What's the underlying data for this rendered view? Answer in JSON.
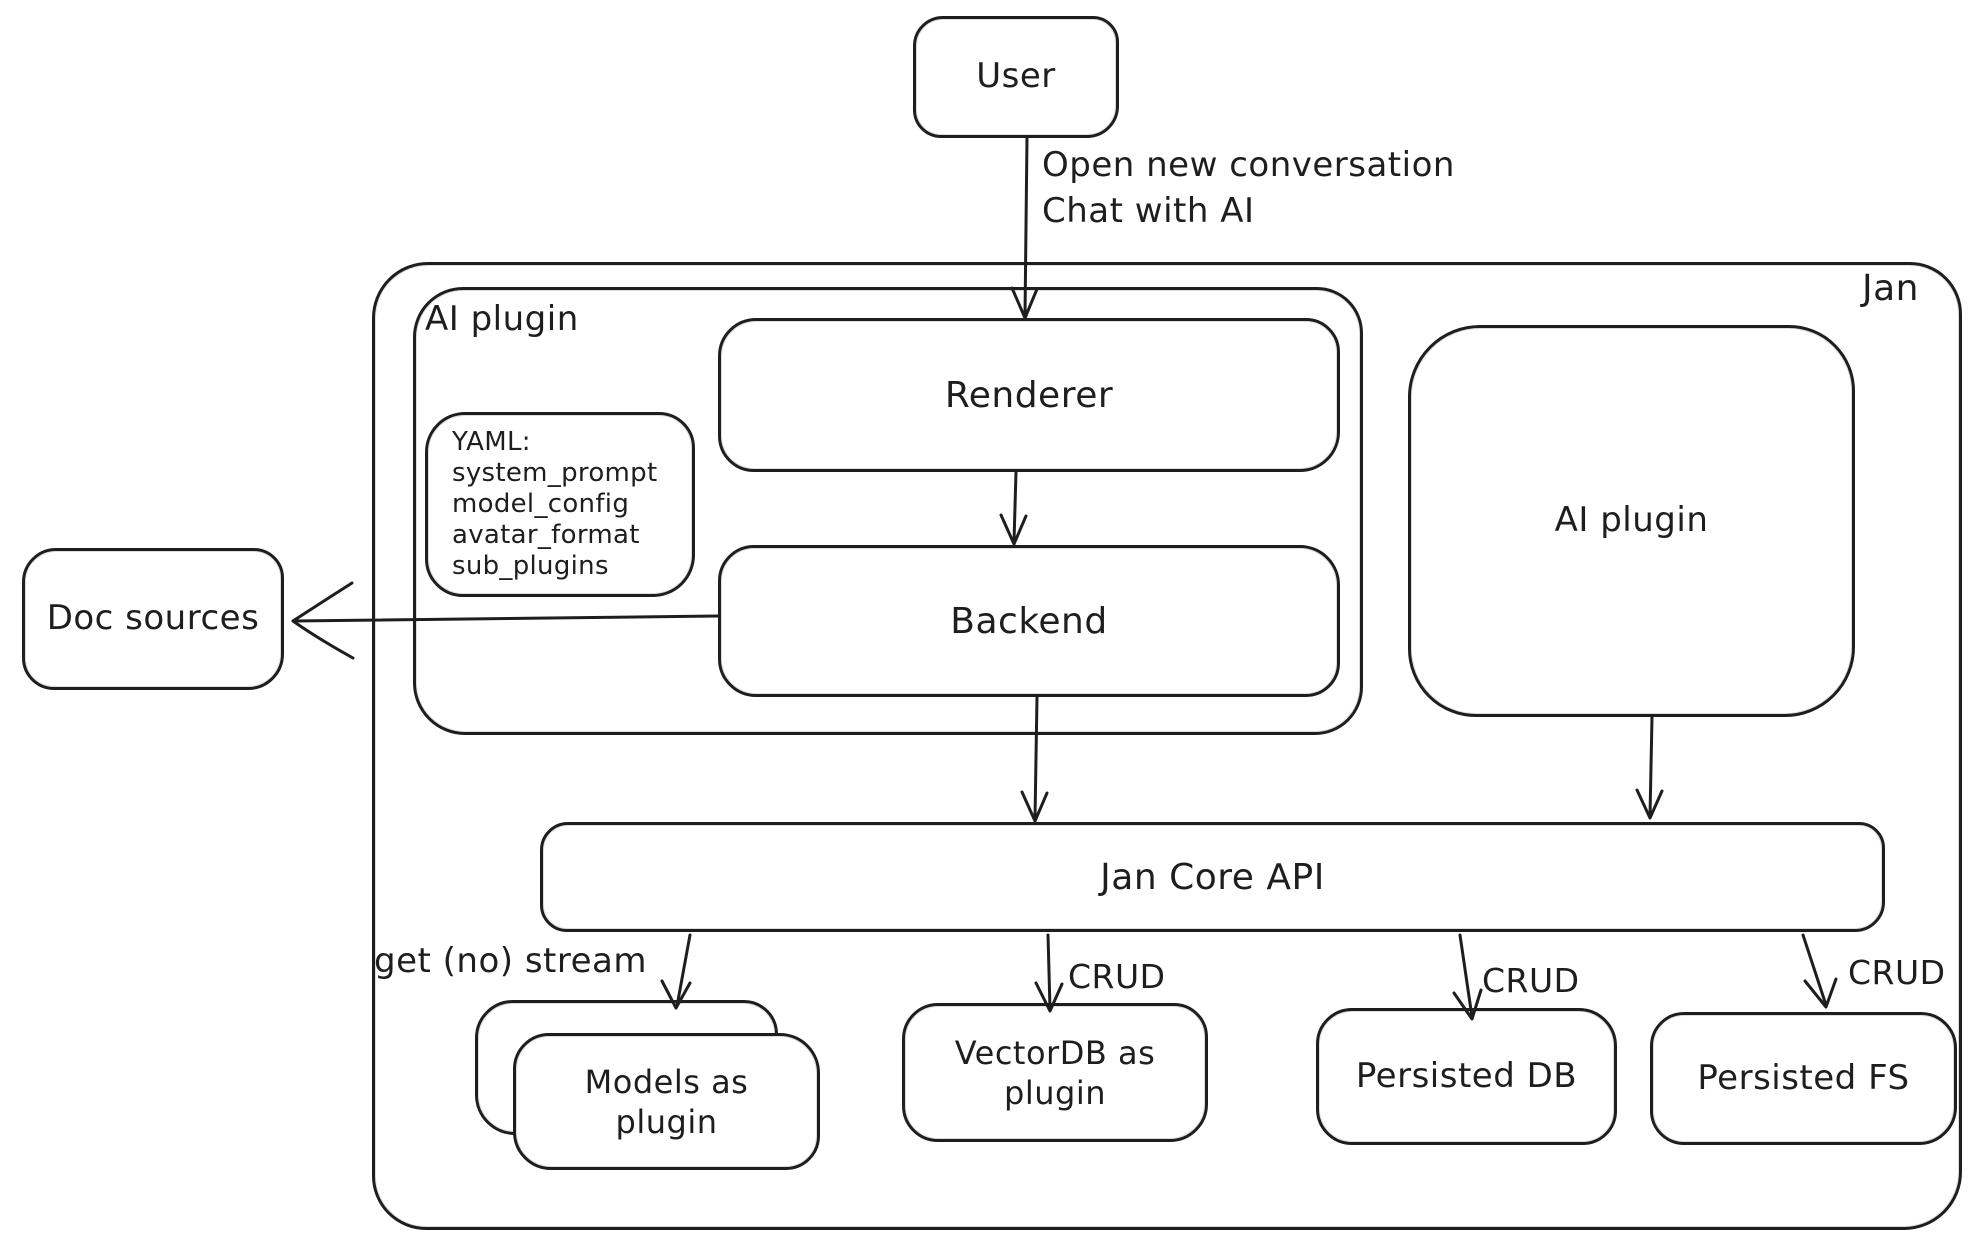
{
  "colors": {
    "stroke": "#1e1e1e",
    "background": "#ffffff"
  },
  "nodes": {
    "user": "User",
    "jan": "Jan",
    "ai_plugin_left": "AI plugin",
    "renderer": "Renderer",
    "backend": "Backend",
    "ai_plugin_right": "AI plugin",
    "doc_sources": "Doc sources",
    "jan_core_api": "Jan Core API",
    "models_as_plugin": "Models as plugin",
    "vectordb_as_plugin": "VectorDB as plugin",
    "persisted_db": "Persisted DB",
    "persisted_fs": "Persisted FS"
  },
  "yaml_note": {
    "lines": [
      "YAML:",
      "system_prompt",
      "model_config",
      "avatar_format",
      "sub_plugins"
    ]
  },
  "edges": {
    "user_action_line1": "Open new conversation",
    "user_action_line2": "Chat with AI",
    "get_no_stream": "get (no) stream",
    "crud": "CRUD"
  }
}
